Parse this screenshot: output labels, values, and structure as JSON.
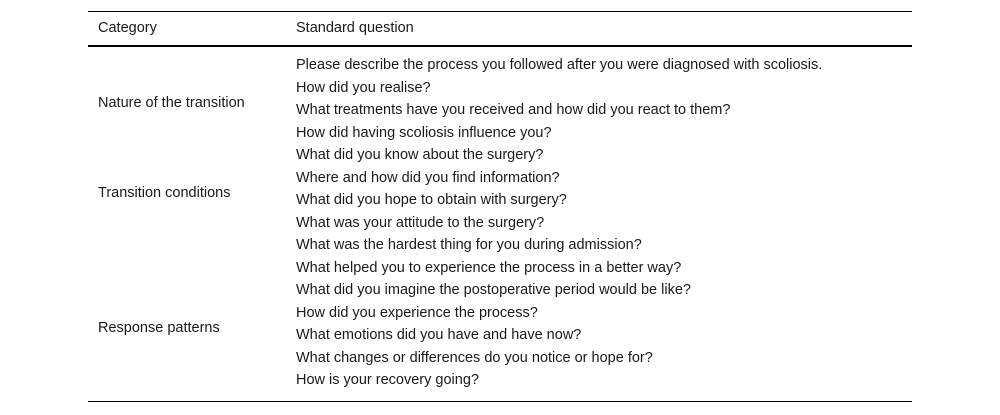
{
  "table": {
    "columns": {
      "category_header": "Category",
      "question_header": "Standard question"
    },
    "groups": [
      {
        "category": "Nature of the transition",
        "label_row_index": 2,
        "questions": [
          "Please describe the process you followed after you were diagnosed with scoliosis.",
          "How did you realise?",
          "What treatments have you received and how did you react to them?",
          "How did having scoliosis influence you?"
        ]
      },
      {
        "category": "Transition conditions",
        "label_row_index": 2,
        "questions": [
          "What did you know about the surgery?",
          "Where and how did you find information?",
          "What did you hope to obtain with surgery?",
          "What was your attitude to the surgery?",
          "What was the hardest thing for you during admission?",
          "What helped you to experience the process in a better way?",
          "What did you imagine the postoperative period would be like?"
        ]
      },
      {
        "category": "Response patterns",
        "label_row_index": 1,
        "questions": [
          "How did you experience the process?",
          "What emotions did you have and have now?",
          "What changes or differences do you notice or hope for?",
          "How is your recovery going?"
        ]
      }
    ]
  },
  "style": {
    "text_color": "#1a1a1a",
    "rule_color": "#000000",
    "background": "#ffffff"
  }
}
